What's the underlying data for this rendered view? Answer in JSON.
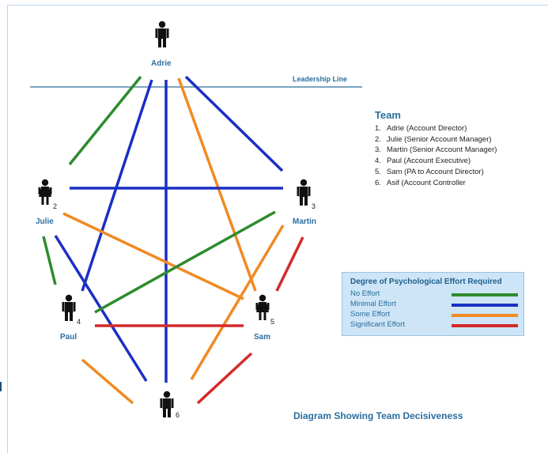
{
  "leadership_line_label": "Leadership Line",
  "nodes": [
    {
      "id": "adrie",
      "name": "Adrie",
      "number": "",
      "figure": "male"
    },
    {
      "id": "julie",
      "name": "Julie",
      "number": "2",
      "figure": "female"
    },
    {
      "id": "martin",
      "name": "Martin",
      "number": "3",
      "figure": "male"
    },
    {
      "id": "paul",
      "name": "Paul",
      "number": "4",
      "figure": "male"
    },
    {
      "id": "sam",
      "name": "Sam",
      "number": "5",
      "figure": "female"
    },
    {
      "id": "asif",
      "name": "",
      "number": "6",
      "figure": "male"
    }
  ],
  "team": {
    "title": "Team",
    "members": [
      {
        "num": "1.",
        "text": "Adrie (Account Director)"
      },
      {
        "num": "2.",
        "text": "Julie (Senior Account Manager)"
      },
      {
        "num": "3.",
        "text": "Martin (Senior Account Manager)"
      },
      {
        "num": "4.",
        "text": "Paul (Account Executive)"
      },
      {
        "num": "5.",
        "text": "Sam (PA to Account Director)"
      },
      {
        "num": "6.",
        "text": "Asif (Account Controller"
      }
    ]
  },
  "legend": {
    "title": "Degree of Psychological Effort Required",
    "items": [
      {
        "level": "none",
        "label": "No Effort",
        "color": "#2e8b2e"
      },
      {
        "level": "minimal",
        "label": "Minimal Effort",
        "color": "#1a2fc4"
      },
      {
        "level": "some",
        "label": "Some Effort",
        "color": "#f08a24"
      },
      {
        "level": "significant",
        "label": "Significant Effort",
        "color": "#d42a2a"
      }
    ]
  },
  "relationships": [
    {
      "from": "adrie",
      "to": "julie",
      "level": "none"
    },
    {
      "from": "adrie",
      "to": "martin",
      "level": "minimal"
    },
    {
      "from": "adrie",
      "to": "paul",
      "level": "minimal"
    },
    {
      "from": "adrie",
      "to": "sam",
      "level": "some"
    },
    {
      "from": "adrie",
      "to": "asif",
      "level": "minimal"
    },
    {
      "from": "julie",
      "to": "martin",
      "level": "minimal"
    },
    {
      "from": "julie",
      "to": "paul",
      "level": "none"
    },
    {
      "from": "julie",
      "to": "sam",
      "level": "some"
    },
    {
      "from": "julie",
      "to": "asif",
      "level": "minimal"
    },
    {
      "from": "martin",
      "to": "paul",
      "level": "none"
    },
    {
      "from": "martin",
      "to": "sam",
      "level": "significant"
    },
    {
      "from": "martin",
      "to": "asif",
      "level": "some"
    },
    {
      "from": "paul",
      "to": "sam",
      "level": "significant"
    },
    {
      "from": "paul",
      "to": "asif",
      "level": "some"
    },
    {
      "from": "sam",
      "to": "asif",
      "level": "significant"
    }
  ],
  "caption": "Diagram Showing Team Decisiveness"
}
